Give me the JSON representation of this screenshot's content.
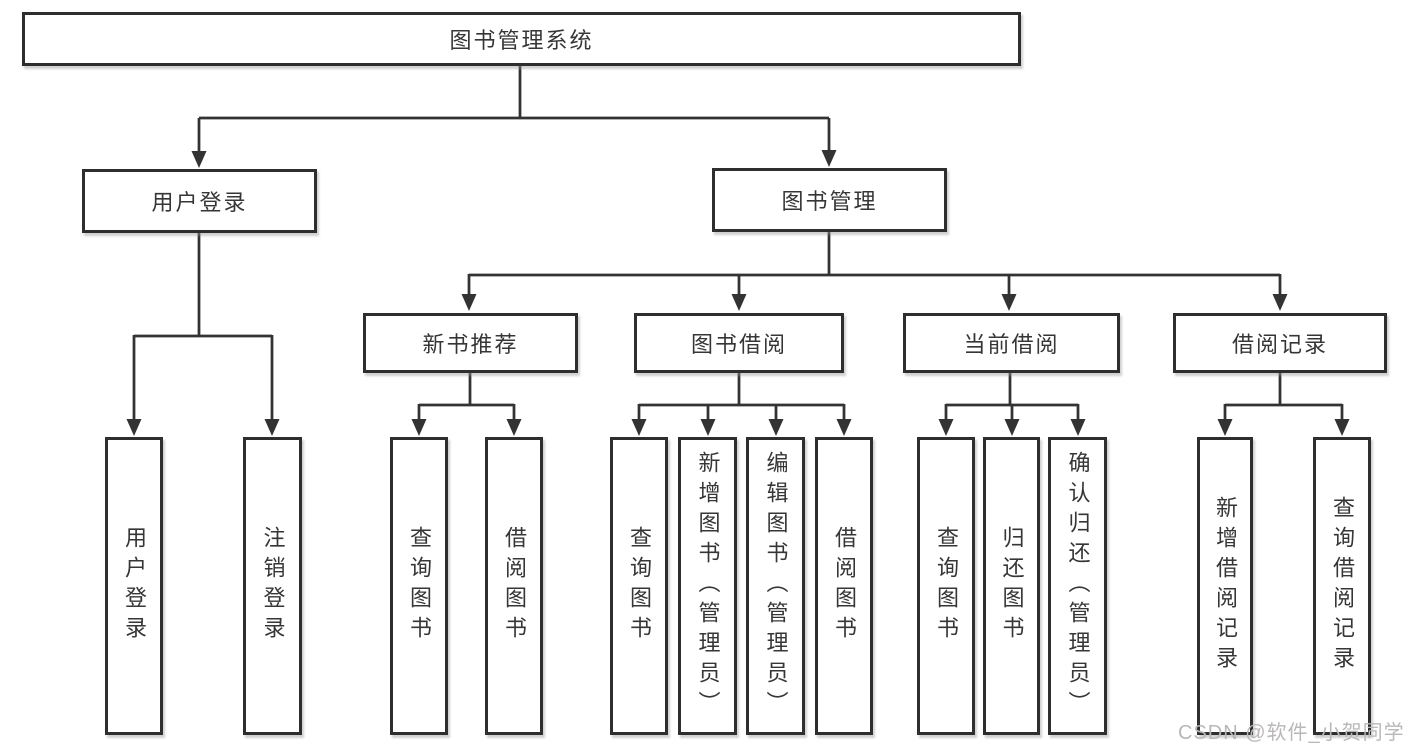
{
  "root": {
    "label": "图书管理系统"
  },
  "level2": {
    "user_login": {
      "label": "用户登录"
    },
    "book_management": {
      "label": "图书管理"
    }
  },
  "level3": {
    "new_book_recommend": {
      "label": "新书推荐"
    },
    "book_borrow": {
      "label": "图书借阅"
    },
    "current_borrow": {
      "label": "当前借阅"
    },
    "borrow_records": {
      "label": "借阅记录"
    }
  },
  "leaves": {
    "login_user_login": {
      "label": "用户登录"
    },
    "login_logout": {
      "label": "注销登录"
    },
    "recommend_query_books": {
      "label": "查询图书"
    },
    "recommend_borrow_books": {
      "label": "借阅图书"
    },
    "borrow_query_books": {
      "label": "查询图书"
    },
    "borrow_add_books": {
      "label": "新增图书（管理员）"
    },
    "borrow_edit_books": {
      "label": "编辑图书（管理员）"
    },
    "borrow_borrow_books": {
      "label": "借阅图书"
    },
    "current_query_books": {
      "label": "查询图书"
    },
    "current_return_books": {
      "label": "归还图书"
    },
    "current_confirm_return": {
      "label": "确认归还（管理员）"
    },
    "records_add_record": {
      "label": "新增借阅记录"
    },
    "records_query_record": {
      "label": "查询借阅记录"
    }
  },
  "watermark": {
    "text": "CSDN @软件_小贺同学"
  },
  "colors": {
    "line": "#333333",
    "box_border": "#2e2e2e",
    "box_fill": "#ffffff",
    "text": "#363636",
    "watermark": "#bab7b7",
    "background": "#ffffff"
  }
}
